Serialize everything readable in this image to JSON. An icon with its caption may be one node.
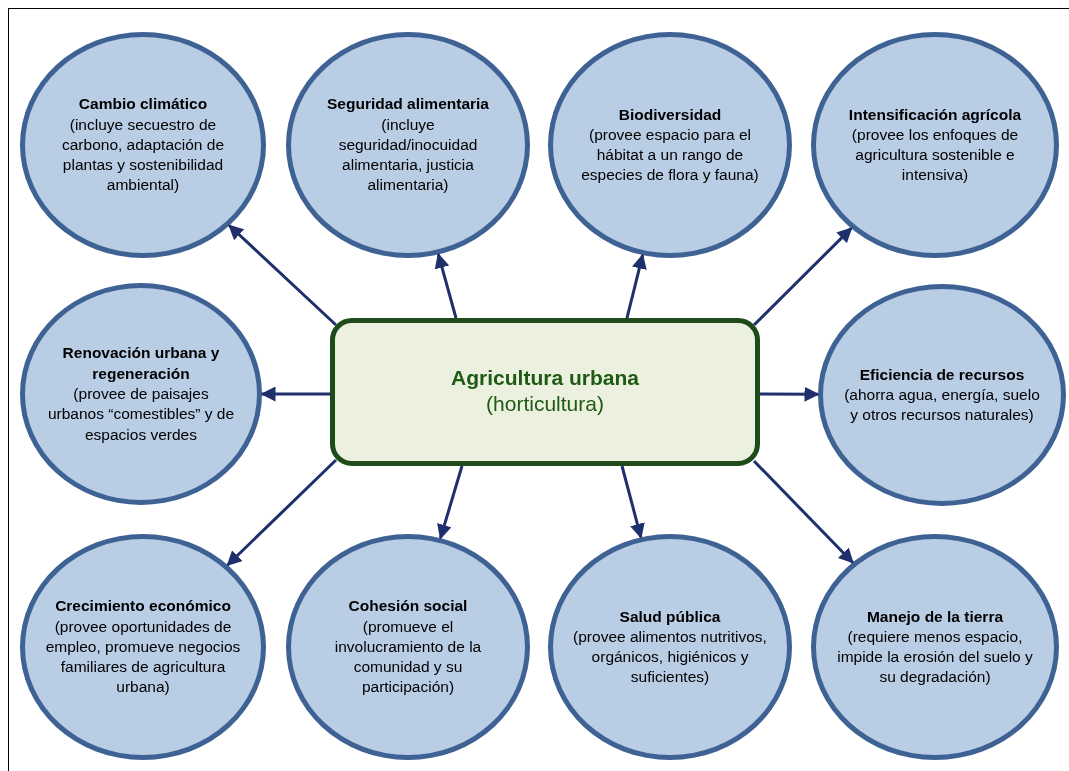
{
  "diagram": {
    "nodes": [
      {
        "text": [
          "Cambio climático",
          "(incluye secuestro de carbono, adaptación de plantas y sostenibilidad ambiental)"
        ]
      },
      {
        "text": [
          "Seguridad alimentaria",
          "(incluye seguridad/inocuidad alimentaria, justicia alimentaria)"
        ]
      },
      {
        "text": [
          "Biodiversidad",
          "(provee espacio para el hábitat a un rango de especies de flora y fauna)"
        ]
      },
      {
        "text": [
          "Intensificación agrícola",
          "(provee los enfoques de agricultura sostenible e intensiva)"
        ]
      },
      {
        "text": [
          "Renovación urbana y regeneración",
          "(provee de paisajes urbanos “comestibles” y de espacios verdes"
        ]
      },
      {
        "text": [
          "Agricultura urbana",
          "(horticultura)"
        ]
      },
      {
        "text": [
          "Eficiencia de recursos",
          "(ahorra agua, energía, suelo y otros recursos naturales)"
        ]
      },
      {
        "text": [
          "Crecimiento económico",
          "(provee oportunidades de empleo, promueve negocios familiares de agricultura urbana)"
        ]
      },
      {
        "text": [
          "Cohesión social",
          "(promueve el involucramiento de la comunidad y su participación)"
        ]
      },
      {
        "text": [
          "Salud pública",
          "(provee alimentos nutritivos, orgánicos, higiénicos y suficientes)"
        ]
      },
      {
        "text": [
          "Manejo de la tierra",
          "(requiere menos espacio, impide la erosión del suelo y su degradación)"
        ]
      }
    ],
    "edges": [
      {
        "from": 5,
        "to": 0,
        "arrow": "to"
      },
      {
        "from": 5,
        "to": 1,
        "arrow": "to"
      },
      {
        "from": 5,
        "to": 2,
        "arrow": "to"
      },
      {
        "from": 5,
        "to": 3,
        "arrow": "to"
      },
      {
        "from": 5,
        "to": 4,
        "arrow": "to"
      },
      {
        "from": 5,
        "to": 6,
        "arrow": "to"
      },
      {
        "from": 5,
        "to": 7,
        "arrow": "to"
      },
      {
        "from": 5,
        "to": 8,
        "arrow": "to"
      },
      {
        "from": 5,
        "to": 9,
        "arrow": "to"
      },
      {
        "from": 5,
        "to": 10,
        "arrow": "to"
      }
    ]
  }
}
